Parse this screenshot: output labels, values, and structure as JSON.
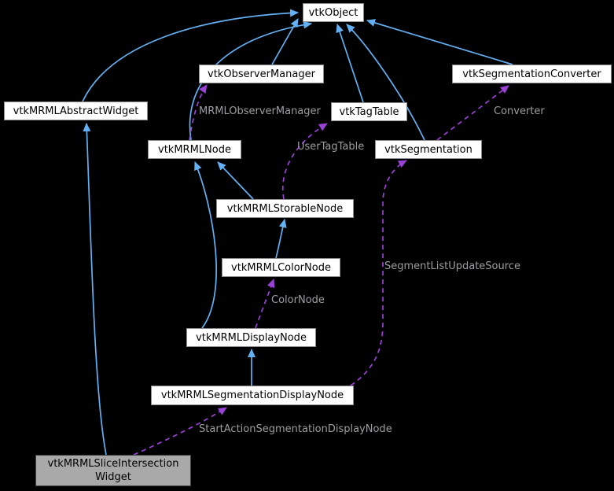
{
  "diagram": {
    "kind": "collaboration-graph",
    "colors": {
      "background": "#000000",
      "inheritance_edge": "#63b1f4",
      "usage_edge": "#9a41d6",
      "edge_label_text": "#9e9ea0",
      "node_fill": "#ffffff",
      "node_border": "#8c8c8c",
      "node_text": "#000000",
      "current_node_fill": "#a9a9a9",
      "current_node_border": "#3d3d3d"
    },
    "nodes": [
      {
        "label": "vtkObject"
      },
      {
        "label": "vtkObserverManager"
      },
      {
        "label": "vtkSegmentationConverter"
      },
      {
        "label": "vtkMRMLAbstractWidget"
      },
      {
        "label": "vtkTagTable"
      },
      {
        "label": "vtkMRMLNode"
      },
      {
        "label": "vtkSegmentation"
      },
      {
        "label": "vtkMRMLStorableNode"
      },
      {
        "label": "vtkMRMLColorNode"
      },
      {
        "label": "vtkMRMLDisplayNode"
      },
      {
        "label": "vtkMRMLSegmentationDisplayNode"
      },
      {
        "label": "vtkMRMLSliceIntersectionWidget",
        "label_line1": "vtkMRMLSliceIntersection",
        "label_line2": "Widget",
        "current": true
      }
    ],
    "edges": [
      {
        "from": "vtkMRMLSliceIntersectionWidget",
        "to": "vtkMRMLAbstractWidget",
        "type": "inheritance"
      },
      {
        "from": "vtkMRMLAbstractWidget",
        "to": "vtkObject",
        "type": "inheritance"
      },
      {
        "from": "vtkObserverManager",
        "to": "vtkObject",
        "type": "inheritance"
      },
      {
        "from": "vtkMRMLNode",
        "to": "vtkObject",
        "type": "inheritance"
      },
      {
        "from": "vtkTagTable",
        "to": "vtkObject",
        "type": "inheritance"
      },
      {
        "from": "vtkSegmentation",
        "to": "vtkObject",
        "type": "inheritance"
      },
      {
        "from": "vtkSegmentationConverter",
        "to": "vtkObject",
        "type": "inheritance"
      },
      {
        "from": "vtkMRMLStorableNode",
        "to": "vtkMRMLNode",
        "type": "inheritance"
      },
      {
        "from": "vtkMRMLDisplayNode",
        "to": "vtkMRMLNode",
        "type": "inheritance"
      },
      {
        "from": "vtkMRMLColorNode",
        "to": "vtkMRMLStorableNode",
        "type": "inheritance"
      },
      {
        "from": "vtkMRMLSegmentationDisplayNode",
        "to": "vtkMRMLDisplayNode",
        "type": "inheritance"
      },
      {
        "from": "vtkMRMLNode",
        "to": "vtkObserverManager",
        "type": "usage",
        "label": "MRMLObserverManager"
      },
      {
        "from": "vtkMRMLStorableNode",
        "to": "vtkTagTable",
        "type": "usage",
        "label": "UserTagTable"
      },
      {
        "from": "vtkSegmentation",
        "to": "vtkSegmentationConverter",
        "type": "usage",
        "label": "Converter"
      },
      {
        "from": "vtkMRMLSegmentationDisplayNode",
        "to": "vtkSegmentation",
        "type": "usage",
        "label": "SegmentListUpdateSource"
      },
      {
        "from": "vtkMRMLDisplayNode",
        "to": "vtkMRMLColorNode",
        "type": "usage",
        "label": "ColorNode"
      },
      {
        "from": "vtkMRMLSliceIntersectionWidget",
        "to": "vtkMRMLSegmentationDisplayNode",
        "type": "usage",
        "label": "StartActionSegmentationDisplayNode"
      }
    ]
  }
}
